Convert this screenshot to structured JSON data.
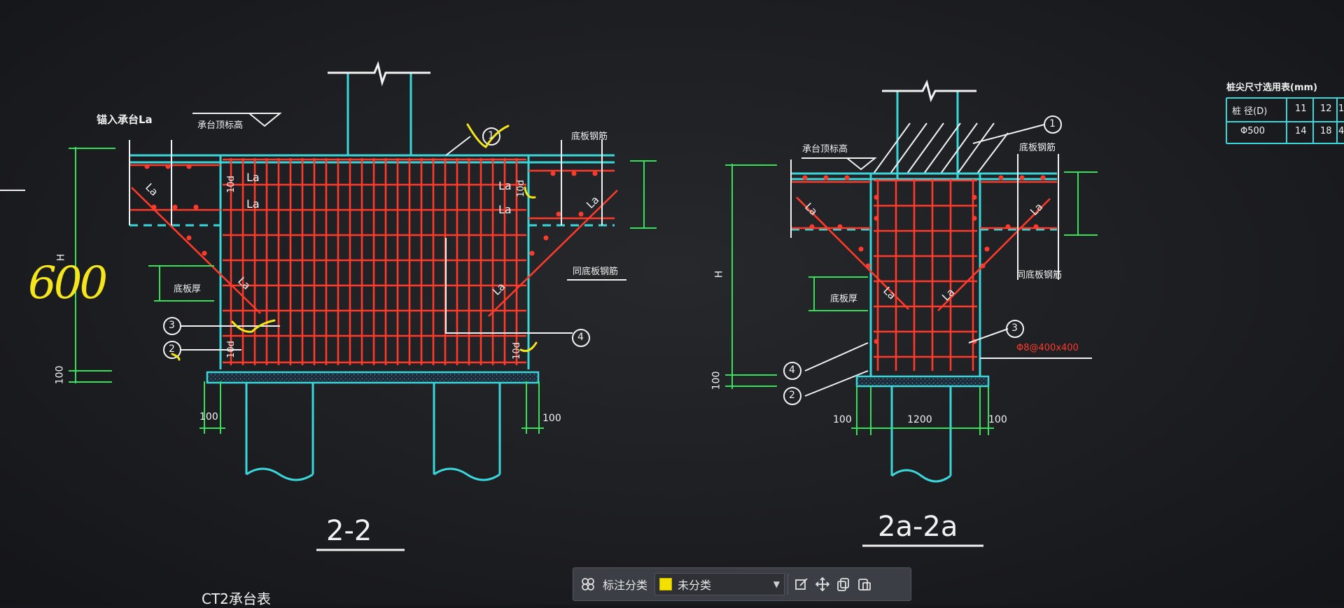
{
  "drawing": {
    "left_section": {
      "title": "2-2",
      "labels": {
        "anchor_into_cap": "锚入承台La",
        "cap_top_elevation": "承台顶标高",
        "bottom_plate_rebar": "底板钢筋",
        "same_bottom_plate_rebar": "同底板钢筋",
        "bottom_plate_thickness": "底板厚",
        "height_symbol": "H",
        "la": "La",
        "ten_d": "10d"
      },
      "dimensions": {
        "left_offset": "100",
        "right_offset": "100",
        "base_layer": "100"
      },
      "callouts": [
        "1",
        "2",
        "3",
        "4"
      ]
    },
    "right_section": {
      "title": "2a-2a",
      "labels": {
        "cap_top_elevation": "承台顶标高",
        "bottom_plate_rebar": "底板钢筋",
        "same_bottom_plate_rebar": "同底板钢筋",
        "bottom_plate_thickness": "底板厚",
        "height_symbol": "H",
        "la": "La",
        "stirrup_note": "Φ8@400x400"
      },
      "dimensions": {
        "left_offset": "100",
        "width": "1200",
        "right_offset": "100",
        "base_layer": "100"
      },
      "callouts": [
        "1",
        "2",
        "3",
        "4"
      ]
    },
    "table": {
      "title": "桩尖尺寸选用表(mm)",
      "header": [
        "桩 径(D)",
        "11",
        "12",
        "1"
      ],
      "rows": [
        [
          "Φ500",
          "14",
          "18",
          "4"
        ]
      ]
    },
    "partial_caption": "CT2承台表",
    "handwritten_note": "600",
    "colors": {
      "background": "#1d1e22",
      "concrete_outline": "#3ad6da",
      "rebar": "#ff3a2a",
      "dimension": "#35e05a",
      "text": "#f2f2f2",
      "annotation": "#f4e61a"
    }
  },
  "toolbar": {
    "layers_icon": "layers-icon",
    "label": "标注分类",
    "select_value": "未分类",
    "swatch_color": "#f2e100",
    "buttons": [
      "edit-icon",
      "move-icon",
      "copy-icon",
      "paste-icon"
    ]
  }
}
